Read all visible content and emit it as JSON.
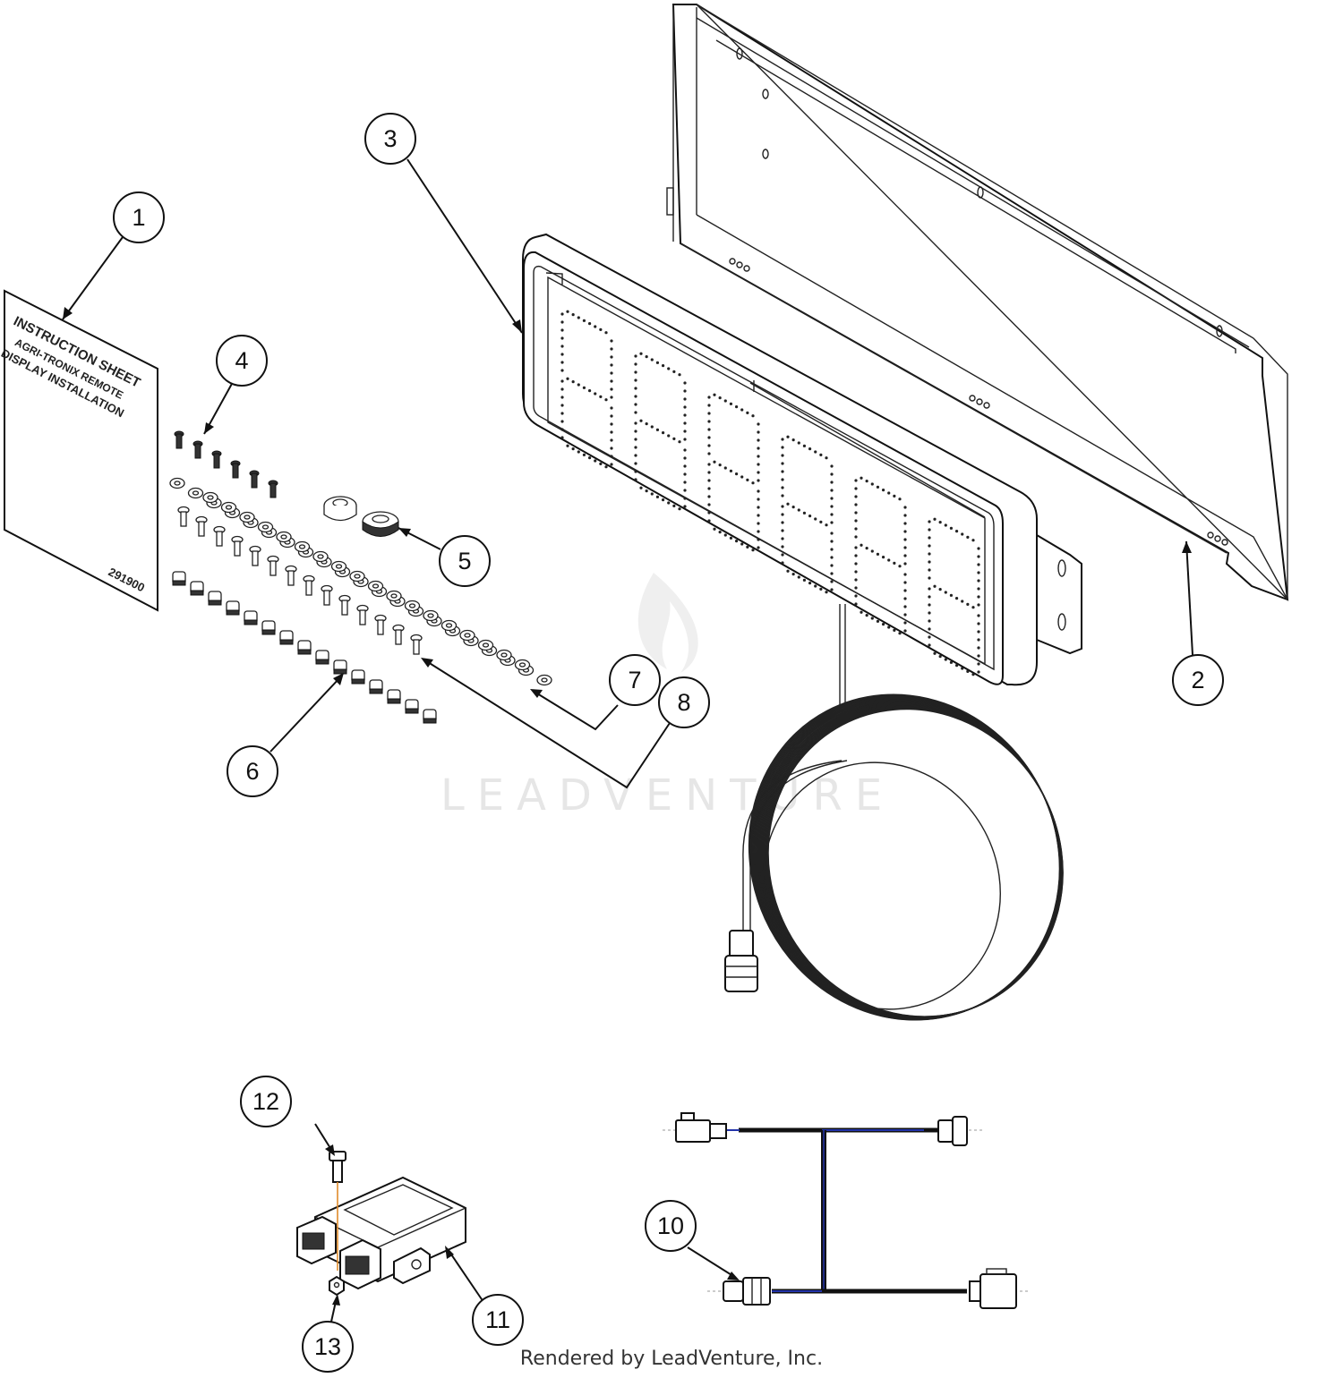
{
  "sheet": {
    "line1": "INSTRUCTION SHEET",
    "line2": "AGRI-TRONIX REMOTE",
    "line3": "DISPLAY INSTALLATION",
    "part_no": "291900"
  },
  "callouts": [
    {
      "id": "c1",
      "label": "1"
    },
    {
      "id": "c2",
      "label": "2"
    },
    {
      "id": "c3",
      "label": "3"
    },
    {
      "id": "c4",
      "label": "4"
    },
    {
      "id": "c5",
      "label": "5"
    },
    {
      "id": "c6",
      "label": "6"
    },
    {
      "id": "c7",
      "label": "7"
    },
    {
      "id": "c8",
      "label": "8"
    },
    {
      "id": "c10",
      "label": "10"
    },
    {
      "id": "c11",
      "label": "11"
    },
    {
      "id": "c12",
      "label": "12"
    },
    {
      "id": "c13",
      "label": "13"
    }
  ],
  "watermark": "LEADVENTURE",
  "credit": "Rendered by LeadVenture, Inc.",
  "colors": {
    "line": "#111111",
    "wire_blue": "#2233aa",
    "bolt_orange": "#e08a2a",
    "watermark": "#e6e6e6"
  }
}
